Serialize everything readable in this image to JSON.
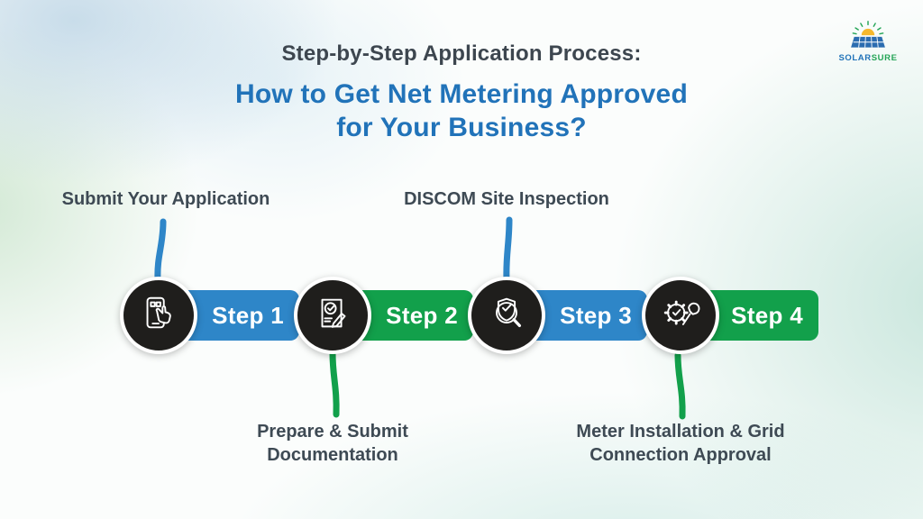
{
  "header": {
    "kicker": "Step-by-Step Application Process:",
    "title_line1": "How to Get Net Metering Approved",
    "title_line2": "for Your Business?"
  },
  "logo": {
    "name_part1": "SOLAR",
    "name_part2": "SURE"
  },
  "steps": [
    {
      "label": "Step 1",
      "caption": "Submit Your Application",
      "caption_position": "top",
      "bar_color": "#2e86c8",
      "icon": "phone-tap-icon"
    },
    {
      "label": "Step 2",
      "caption": "Prepare & Submit Documentation",
      "caption_position": "bottom",
      "bar_color": "#12a04b",
      "icon": "document-check-pencil-icon"
    },
    {
      "label": "Step 3",
      "caption": "DISCOM Site Inspection",
      "caption_position": "top",
      "bar_color": "#2e86c8",
      "icon": "shield-check-magnifier-icon"
    },
    {
      "label": "Step 4",
      "caption": "Meter Installation & Grid Connection Approval",
      "caption_position": "bottom",
      "bar_color": "#12a04b",
      "icon": "gear-check-wrench-icon"
    }
  ],
  "colors": {
    "accent_blue": "#2e86c8",
    "accent_green": "#12a04b",
    "heading_blue": "#2173b9",
    "text_dark": "#3d464f",
    "circle_black": "#1f1e1c"
  }
}
